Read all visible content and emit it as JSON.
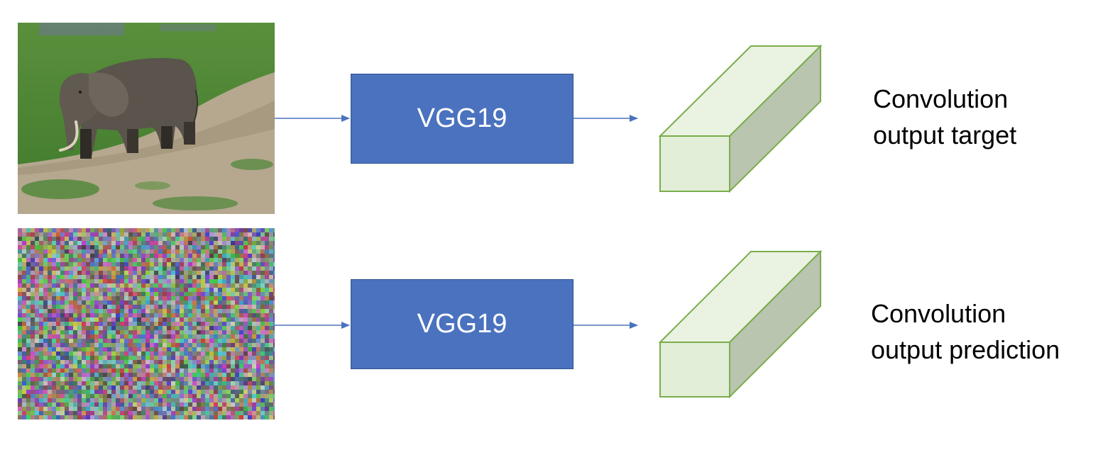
{
  "rows": [
    {
      "input": "elephant photograph",
      "model_label": "VGG19",
      "output_caption": [
        "Convolution",
        "output target"
      ]
    },
    {
      "input": "random noise image",
      "model_label": "VGG19",
      "output_caption": [
        "Convolution",
        "output prediction"
      ]
    }
  ],
  "colors": {
    "model_fill": "#4a72bf",
    "model_border": "#2f528f",
    "arrow": "#4a72bf",
    "tensor_front": "#e3eed9",
    "tensor_top": "#eaf2e2",
    "tensor_side": "#b9c5ae",
    "tensor_stroke": "#7aad4a"
  }
}
